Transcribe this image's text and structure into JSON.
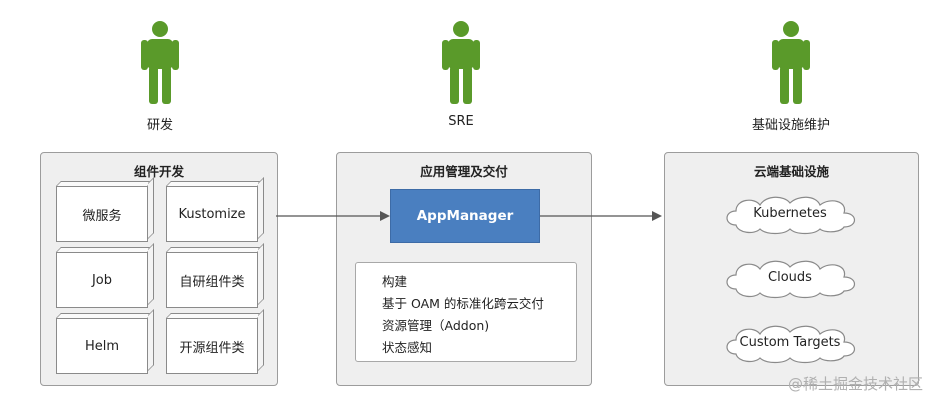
{
  "roles": [
    {
      "label": "研发"
    },
    {
      "label": "SRE"
    },
    {
      "label": "基础设施维护"
    }
  ],
  "dev_panel": {
    "title": "组件开发",
    "items": [
      "微服务",
      "Kustomize",
      "Job",
      "自研组件类",
      "Helm",
      "开源组件类"
    ]
  },
  "mid_panel": {
    "title": "应用管理及交付",
    "app": "AppManager",
    "capabilities": [
      "构建",
      "基于 OAM 的标准化跨云交付",
      "资源管理（Addon)",
      "状态感知"
    ]
  },
  "cloud_panel": {
    "title": "云端基础设施",
    "items": [
      "Kubernetes",
      "Clouds",
      "Custom Targets"
    ]
  },
  "watermark": "@稀土掘金技术社区",
  "colors": {
    "person": "#5a9a2a",
    "app_box": "#4a7fc0",
    "panel_bg": "#efefef",
    "arrow": "#555555"
  }
}
